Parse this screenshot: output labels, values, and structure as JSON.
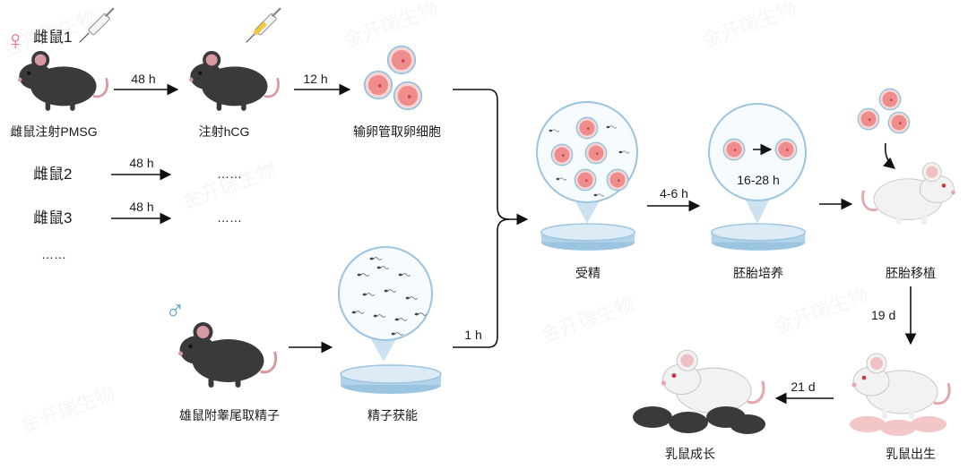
{
  "title": "",
  "colors": {
    "female_symbol": "#e2727e",
    "male_symbol": "#55a2cc",
    "arrow": "#111111",
    "mouse_dark": "#3a3a3c",
    "mouse_white": "#f2f2f2",
    "egg": "#ef8c8c",
    "dish": "#b3d3ea"
  },
  "symbols": {
    "female": "♀",
    "male": "♂"
  },
  "labels": {
    "female1": "雌鼠1",
    "inject_pmsg": "雌鼠注射PMSG",
    "inject_hcg": "注射hCG",
    "collect_eggs": "输卵管取卵细胞",
    "female2": "雌鼠2",
    "female3": "雌鼠3",
    "ellipsis": "……",
    "male_collect": "雄鼠附睾尾取精子",
    "capacitation": "精子获能",
    "fertilization": "受精",
    "embryo_culture": "胚胎培养",
    "embryo_transfer": "胚胎移植",
    "pups_born": "乳鼠出生",
    "pups_grow": "乳鼠成长"
  },
  "times": {
    "t48h_a": "48 h",
    "t12h": "12 h",
    "t48h_b": "48 h",
    "t48h_c": "48 h",
    "t1h": "1 h",
    "t46h": "4-6 h",
    "t1628h": "16-28 h",
    "t19d": "19 d",
    "t21d": "21 d"
  },
  "watermark": "金开瑞生物"
}
